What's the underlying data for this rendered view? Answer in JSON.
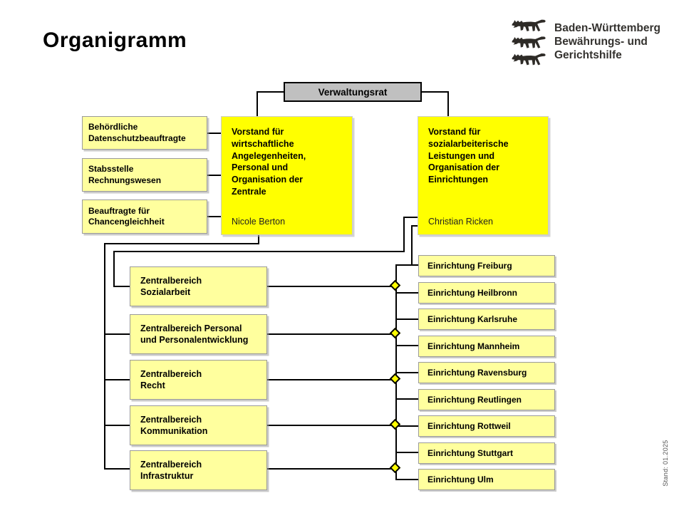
{
  "title": "Organigramm",
  "logo": {
    "org_name": "Baden-Württemberg\nBewährungs- und\nGerichtshilfe"
  },
  "stand_note": "Stand: 01.2025",
  "board": {
    "label": "Verwaltungsrat"
  },
  "vorstand_left": {
    "title": "Vorstand für\nwirtschaftliche\nAngelegenheiten,\nPersonal und\nOrganisation der\nZentrale",
    "name": "Nicole Berton"
  },
  "vorstand_right": {
    "title": "Vorstand für\nsozialarbeiterische\nLeistungen und\nOrganisation der\nEinrichtungen",
    "name": "Christian Ricken"
  },
  "staff_units": [
    {
      "label": "Behördliche\nDatenschutzbeauftragte"
    },
    {
      "label": "Stabsstelle\nRechnungswesen"
    },
    {
      "label": "Beauftragte für\nChancengleichheit"
    }
  ],
  "zentralbereiche": [
    {
      "label": "Zentralbereich\nSozialarbeit"
    },
    {
      "label": "Zentralbereich Personal\nund Personalentwicklung"
    },
    {
      "label": "Zentralbereich\nRecht"
    },
    {
      "label": "Zentralbereich\nKommunikation"
    },
    {
      "label": "Zentralbereich\nInfrastruktur"
    }
  ],
  "einrichtungen": [
    {
      "label": "Einrichtung Freiburg"
    },
    {
      "label": "Einrichtung Heilbronn"
    },
    {
      "label": "Einrichtung Karlsruhe"
    },
    {
      "label": "Einrichtung Mannheim"
    },
    {
      "label": "Einrichtung Ravensburg"
    },
    {
      "label": "Einrichtung Reutlingen"
    },
    {
      "label": "Einrichtung Rottweil"
    },
    {
      "label": "Einrichtung Stuttgart"
    },
    {
      "label": "Einrichtung Ulm"
    }
  ],
  "colors": {
    "highlight_yellow": "#ffff00",
    "pale_yellow": "#ffff9e",
    "board_gray": "#c0c0c0",
    "line_black": "#000000"
  }
}
